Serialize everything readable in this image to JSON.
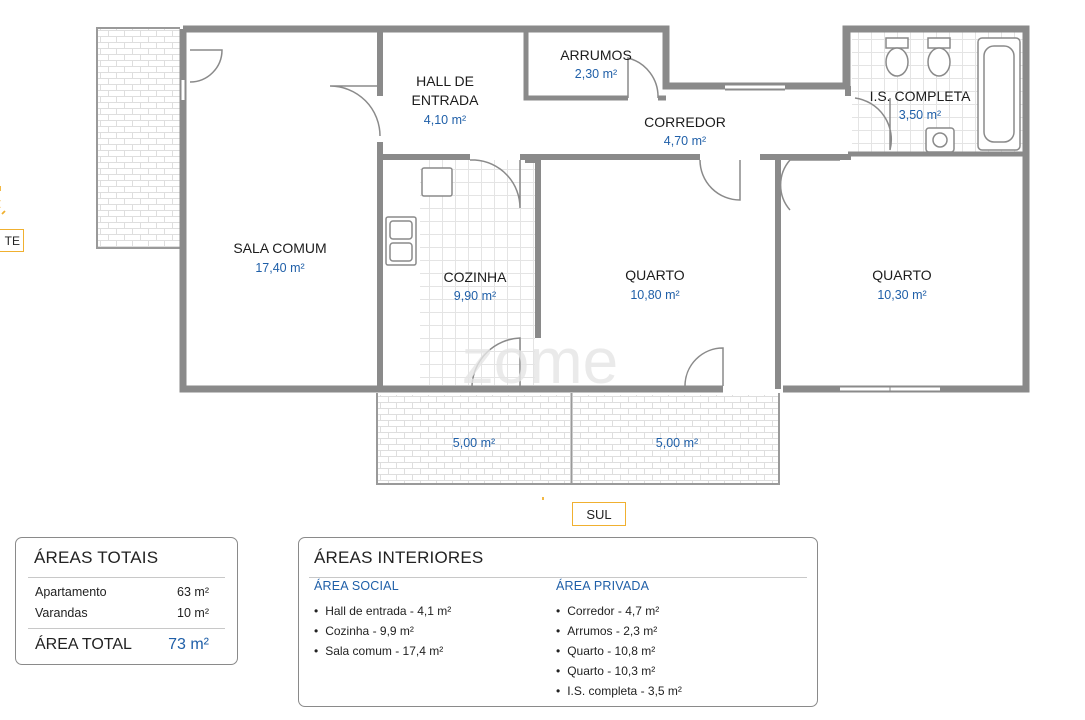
{
  "rooms": {
    "sala_comum": {
      "name": "SALA COMUM",
      "area": "17,40 m²"
    },
    "hall": {
      "name_line1": "HALL DE",
      "name_line2": "ENTRADA",
      "area": "4,10 m²"
    },
    "arrumos": {
      "name": "ARRUMOS",
      "area": "2,30 m²"
    },
    "corredor": {
      "name": "CORREDOR",
      "area": "4,70 m²"
    },
    "is_completa": {
      "name": "I.S. COMPLETA",
      "area": "3,50 m²"
    },
    "cozinha": {
      "name": "COZINHA",
      "area": "9,90 m²"
    },
    "quarto1": {
      "name": "QUARTO",
      "area": "10,80 m²"
    },
    "quarto2": {
      "name": "QUARTO",
      "area": "10,30 m²"
    },
    "varanda1": {
      "area": "5,00 m²"
    },
    "varanda2": {
      "area": "5,00 m²"
    }
  },
  "compass": {
    "south_label": "SUL",
    "west_label_partial": "TE",
    "sun_color": "#f0b030"
  },
  "watermark": "zome",
  "totals": {
    "title": "ÁREAS TOTAIS",
    "rows": [
      {
        "label": "Apartamento",
        "value": "63 m²"
      },
      {
        "label": "Varandas",
        "value": "10 m²"
      }
    ],
    "total_label": "ÁREA TOTAL",
    "total_value": "73 m²"
  },
  "interior": {
    "title": "ÁREAS INTERIORES",
    "social": {
      "title": "ÁREA SOCIAL",
      "items": [
        "Hall de entrada - 4,1 m²",
        "Cozinha - 9,9 m²",
        "Sala comum - 17,4 m²"
      ]
    },
    "privada": {
      "title": "ÁREA PRIVADA",
      "items": [
        "Corredor - 4,7 m²",
        "Arrumos - 2,3 m²",
        "Quarto - 10,8 m²",
        "Quarto - 10,3 m²",
        "I.S. completa - 3,5 m²"
      ]
    }
  },
  "colors": {
    "wall": "#8a8a8a",
    "accent": "#1f5fa8",
    "sun": "#f0b030",
    "tile": "#e3e3e3"
  }
}
